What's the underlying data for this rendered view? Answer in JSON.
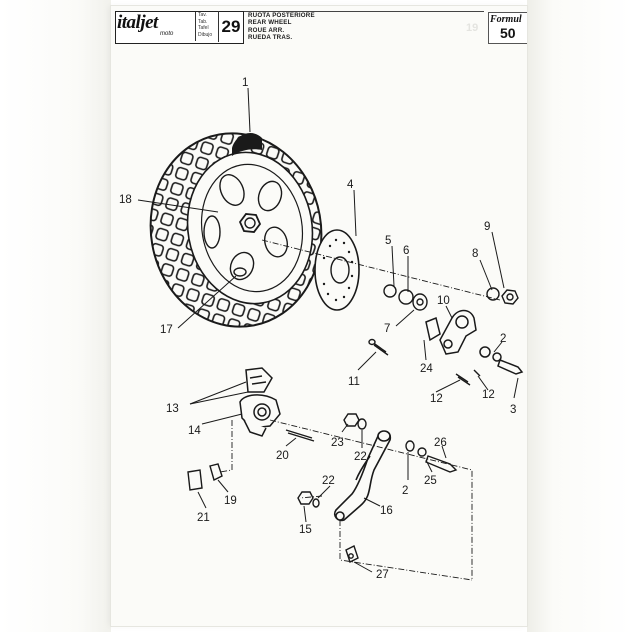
{
  "header": {
    "brand": "italjet",
    "brand_sub": "moto",
    "table_labels": [
      "Tav.",
      "Tab.",
      "Tafel",
      "Dibujo"
    ],
    "table_number": "29",
    "titles": [
      "RUOTA POSTERIORE",
      "REAR WHEEL",
      "ROUE ARR.",
      "RUEDA TRAS."
    ],
    "model_name": "Formul",
    "model_number": "50"
  },
  "callouts": {
    "c1": "1",
    "c2a": "2",
    "c2b": "2",
    "c3": "3",
    "c4": "4",
    "c5": "5",
    "c6": "6",
    "c7": "7",
    "c8": "8",
    "c9": "9",
    "c10": "10",
    "c11": "11",
    "c12a": "12",
    "c12b": "12",
    "c13": "13",
    "c14": "14",
    "c15": "15",
    "c16": "16",
    "c17": "17",
    "c18": "18",
    "c19": "19",
    "c20": "20",
    "c21": "21",
    "c22a": "22",
    "c22b": "22",
    "c23": "23",
    "c24": "24",
    "c25": "25",
    "c26": "26",
    "c27": "27"
  },
  "colors": {
    "ink": "#1a1a1a",
    "paper": "#fbfbf8"
  }
}
